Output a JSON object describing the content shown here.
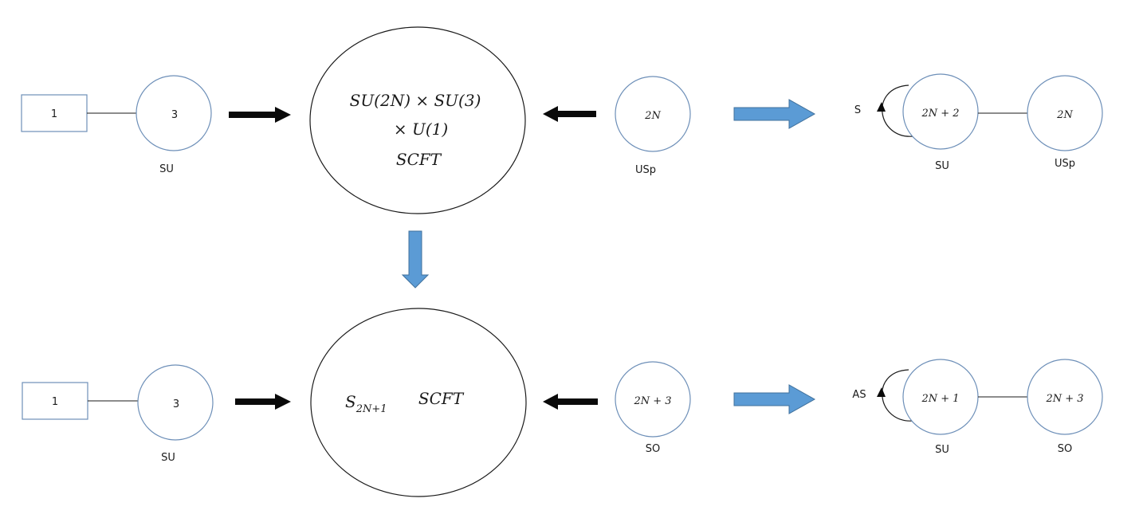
{
  "colors": {
    "node_stroke": "#6d8fb8",
    "blob_stroke": "#1a1a1a",
    "black_arrow": "#0a0a0a",
    "blue_arrow_fill": "#5b9bd5",
    "blue_arrow_stroke": "#41719c",
    "text": "#1a1a1a"
  },
  "top_row": {
    "flavor_box": "1",
    "su_node": "3",
    "su_label": "SU",
    "scft_line1": "SU(2N) × SU(3)",
    "scft_line2": "× U(1)",
    "scft_line3": "SCFT",
    "usp_node": "2N",
    "usp_label": "USp",
    "result": {
      "loop_label": "S",
      "su_node": "2N + 2",
      "su_label": "SU",
      "usp_node": "2N",
      "usp_label": "USp"
    }
  },
  "bottom_row": {
    "flavor_box": "1",
    "su_node": "3",
    "su_label": "SU",
    "scft_main": "S",
    "scft_sub": "2N+1",
    "scft_label": "SCFT",
    "so_node": "2N + 3",
    "so_label": "SO",
    "result": {
      "loop_label": "AS",
      "su_node": "2N + 1",
      "su_label": "SU",
      "so_node": "2N + 3",
      "so_label": "SO"
    }
  }
}
